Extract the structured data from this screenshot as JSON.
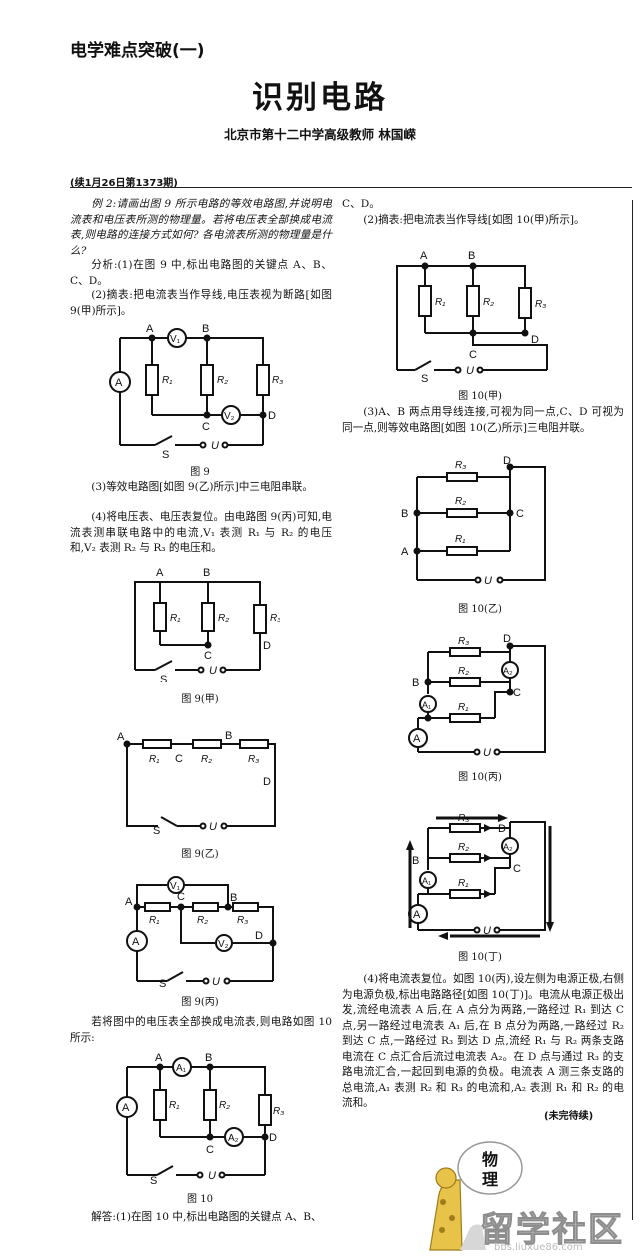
{
  "header": {
    "series": "电学难点突破(一)",
    "title": "识别电路",
    "author": "北京市第十二中学高级教师  林国嵘",
    "continued": "(续1月26日第1373期)"
  },
  "left": {
    "p1": "例 2:请画出图 9 所示电路的等效电路图,并说明电流表和电压表所测的物理量。若将电压表全部换成电流表,则电路的连接方式如何? 各电流表所测的物理量是什么?",
    "p2": "分析:(1)在图 9 中,标出电路图的关键点 A、B、C、D。",
    "p3": "(2)摘表:把电流表当作导线,电压表视为断路[如图 9(甲)所示]。",
    "cap9": "图 9",
    "p4": "(3)等效电路图[如图 9(乙)所示]中三电阻串联。",
    "p5": "(4)将电压表、电压表复位。由电路图 9(丙)可知,电流表测串联电路中的电流,V₁ 表测 R₁ 与 R₂ 的电压和,V₂ 表测 R₂ 与 R₃ 的电压和。",
    "cap9a": "图 9(甲)",
    "cap9b": "图 9(乙)",
    "cap9c": "图 9(丙)",
    "p6": "若将图中的电压表全部换成电流表,则电路如图 10 所示:",
    "cap10": "图 10",
    "p7": "解答:(1)在图 10 中,标出电路图的关键点 A、B、"
  },
  "right": {
    "p0": "C、D。",
    "p1": "(2)摘表:把电流表当作导线[如图 10(甲)所示]。",
    "cap10a": "图 10(甲)",
    "p2": "(3)A、B 两点用导线连接,可视为同一点,C、D 可视为同一点,则等效电路图[如图 10(乙)所示]三电阻并联。",
    "cap10b": "图 10(乙)",
    "cap10c": "图 10(丙)",
    "cap10d": "图 10(丁)",
    "p3": "(4)将电流表复位。如图 10(丙),设左侧为电源正极,右侧为电源负极,标出电路路径[如图 10(丁)]。电流从电源正极出发,流经电流表 A 后,在 A 点分为两路,一路经过 R₁ 到达 C 点,另一路经过电流表 A₁ 后,在 B 点分为两路,一路经过 R₂ 到达 C 点,一路经过 R₃ 到达 D 点,流经 R₁ 与 R₂ 两条支路电流在 C 点汇合后流过电流表 A₂。在 D 点与通过 R₃ 的支路电流汇合,一起回到电源的负极。电流表 A 测三条支路的总电流,A₁ 表测 R₂ 和 R₃ 的电流和,A₂ 表测 R₁ 和 R₂ 的电流和。",
    "tbc": "(未完待续)"
  },
  "labels": {
    "A": "A",
    "B": "B",
    "C": "C",
    "D": "D",
    "S": "S",
    "U": "U",
    "R1": "R₁",
    "R2": "R₂",
    "R3": "R₃",
    "V1": "V₁",
    "V2": "V₂",
    "Am": "A",
    "A1": "A₁",
    "A2": "A₂"
  },
  "logo": {
    "subject_1": "物",
    "subject_2": "理",
    "brand": "留学社区",
    "url": "bbs.liuxue86.com"
  }
}
